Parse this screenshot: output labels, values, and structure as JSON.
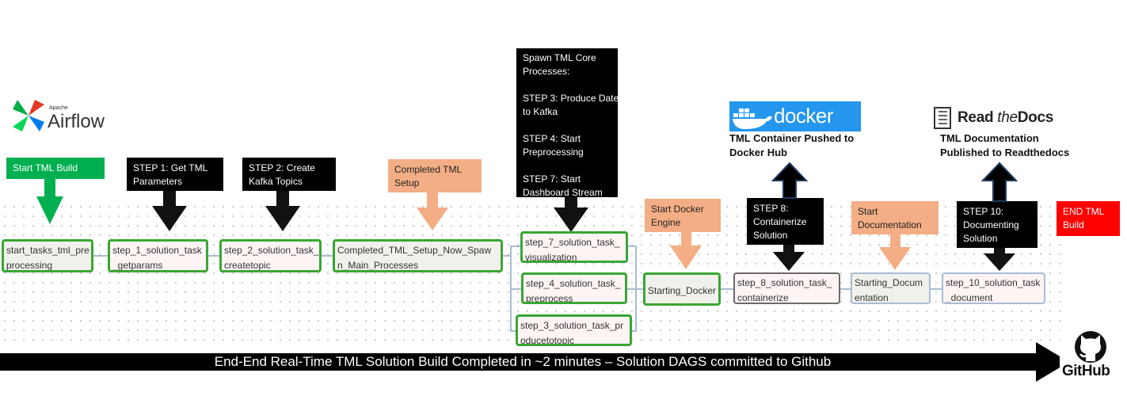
{
  "logos": {
    "airflow": {
      "apache": "Apache",
      "name": "Airflow"
    },
    "docker": {
      "name": "docker hub"
    },
    "rtd": {
      "read": "Read",
      "the": "the",
      "docs": "Docs"
    },
    "github": {
      "name": "GitHub"
    }
  },
  "captions": {
    "docker": "TML Container Pushed to\nDocker Hub",
    "rtd": "TML Documentation\nPublished to Readthedocs"
  },
  "labels": {
    "start_build": "Start TML Build",
    "step1": "STEP 1: Get TML\nParameters",
    "step2": "STEP 2: Create\nKafka Topics",
    "completed_setup": "Completed TML\nSetup",
    "spawn": "Spawn TML Core\nProcesses:\n\nSTEP 3: Produce Date\nto Kafka\n\nSTEP 4: Start\nPreprocessing\n\nSTEP 7: Start\nDashboard Stream",
    "start_docker": "Start Docker\nEngine",
    "step8": "STEP 8:\nContainerize\nSolution",
    "start_docs": "Start\nDocumentation",
    "step10": "STEP 10:\nDocumenting\nSolution",
    "end_build": "END TML\nBuild"
  },
  "nodes": {
    "start": "start_tasks_tml_pre\nprocessing",
    "step1": "step_1_solution_task\n_getparams",
    "step2": "step_2_solution_task_\ncreatetopic",
    "completed": "Completed_TML_Setup_Now_Spaw\nn_Main_Processes",
    "step7": "step_7_solution_task_\nvisualization",
    "step4": "step_4_solution_task_\npreprocess",
    "step3": "step_3_solution_task_pr\noducetotopic",
    "docker": "Starting_Docker",
    "step8": "step_8_solution_task_\ncontainerize",
    "docs": "Starting_Docum\nentation",
    "step10": "step_10_solution_task\n_document"
  },
  "banner": "End-End Real-Time TML Solution Build Completed in  ~2 minutes – Solution DAGS committed to Github",
  "colors": {
    "green": "#00b050",
    "black": "#000000",
    "salmon": "#f4ae85",
    "red": "#ff0000",
    "node_border": "#3aa635"
  }
}
